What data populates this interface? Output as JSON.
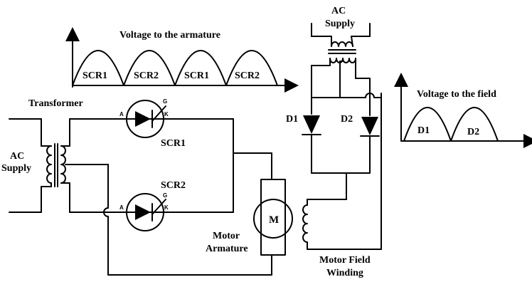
{
  "labels": {
    "armature_graph_title": "Voltage to the armature",
    "field_graph_title": "Voltage to the field",
    "transformer": "Transformer",
    "ac_supply_left_line1": "AC",
    "ac_supply_left_line2": "Supply",
    "ac_supply_top_line1": "AC",
    "ac_supply_top_line2": "Supply",
    "scr1": "SCR1",
    "scr2": "SCR2",
    "d1": "D1",
    "d2": "D2",
    "motor_symbol": "M",
    "motor_armature_line1": "Motor",
    "motor_armature_line2": "Armature",
    "motor_field_line1": "Motor Field",
    "motor_field_line2": "Winding",
    "gate": "G",
    "anode": "A",
    "cathode": "K"
  },
  "armature_waveform": {
    "pulses": [
      "SCR1",
      "SCR2",
      "SCR1",
      "SCR2"
    ]
  },
  "field_waveform": {
    "pulses": [
      "D1",
      "D2"
    ]
  }
}
